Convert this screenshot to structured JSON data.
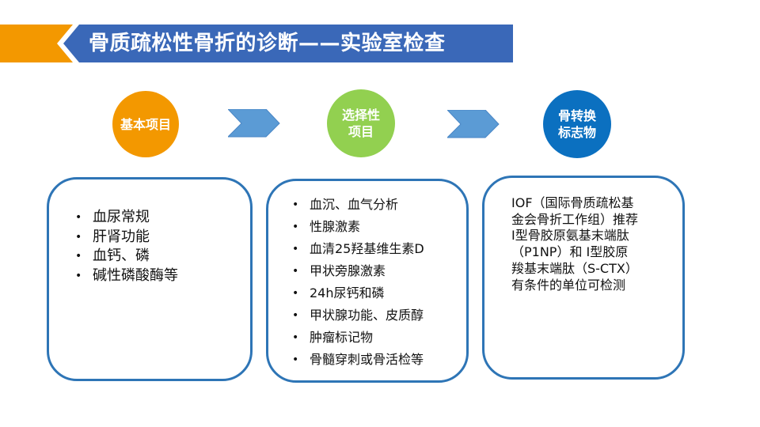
{
  "header": {
    "title": "骨质疏松性骨折的诊断——实验室检查",
    "accent_color": "#f39800",
    "banner_color": "#3a68b8"
  },
  "steps": [
    {
      "label": "基本项目",
      "color": "#f39800"
    },
    {
      "label": "选择性\n项目",
      "color": "#92d050"
    },
    {
      "label": "骨转换\n标志物",
      "color": "#0b70c0"
    }
  ],
  "arrow_color": "#5b9bd5",
  "cards": {
    "basic": {
      "items": [
        "血尿常规",
        "肝肾功能",
        "血钙、磷",
        "碱性磷酸酶等"
      ]
    },
    "optional": {
      "items": [
        "血沉、血气分析",
        "性腺激素",
        "血清25羟基维生素D",
        "甲状旁腺激素",
        "24h尿钙和磷",
        "甲状腺功能、皮质醇",
        "肿瘤标记物",
        "骨髓穿刺或骨活检等"
      ]
    },
    "bone_turnover": {
      "text": "IOF（国际骨质疏松基\n金会骨折工作组）推荐\nI型骨胶原氨基末端肽\n（P1NP）和 I型胶原\n羧基末端肽（S-CTX）\n有条件的单位可检测"
    }
  },
  "bullet_glyph": "•"
}
